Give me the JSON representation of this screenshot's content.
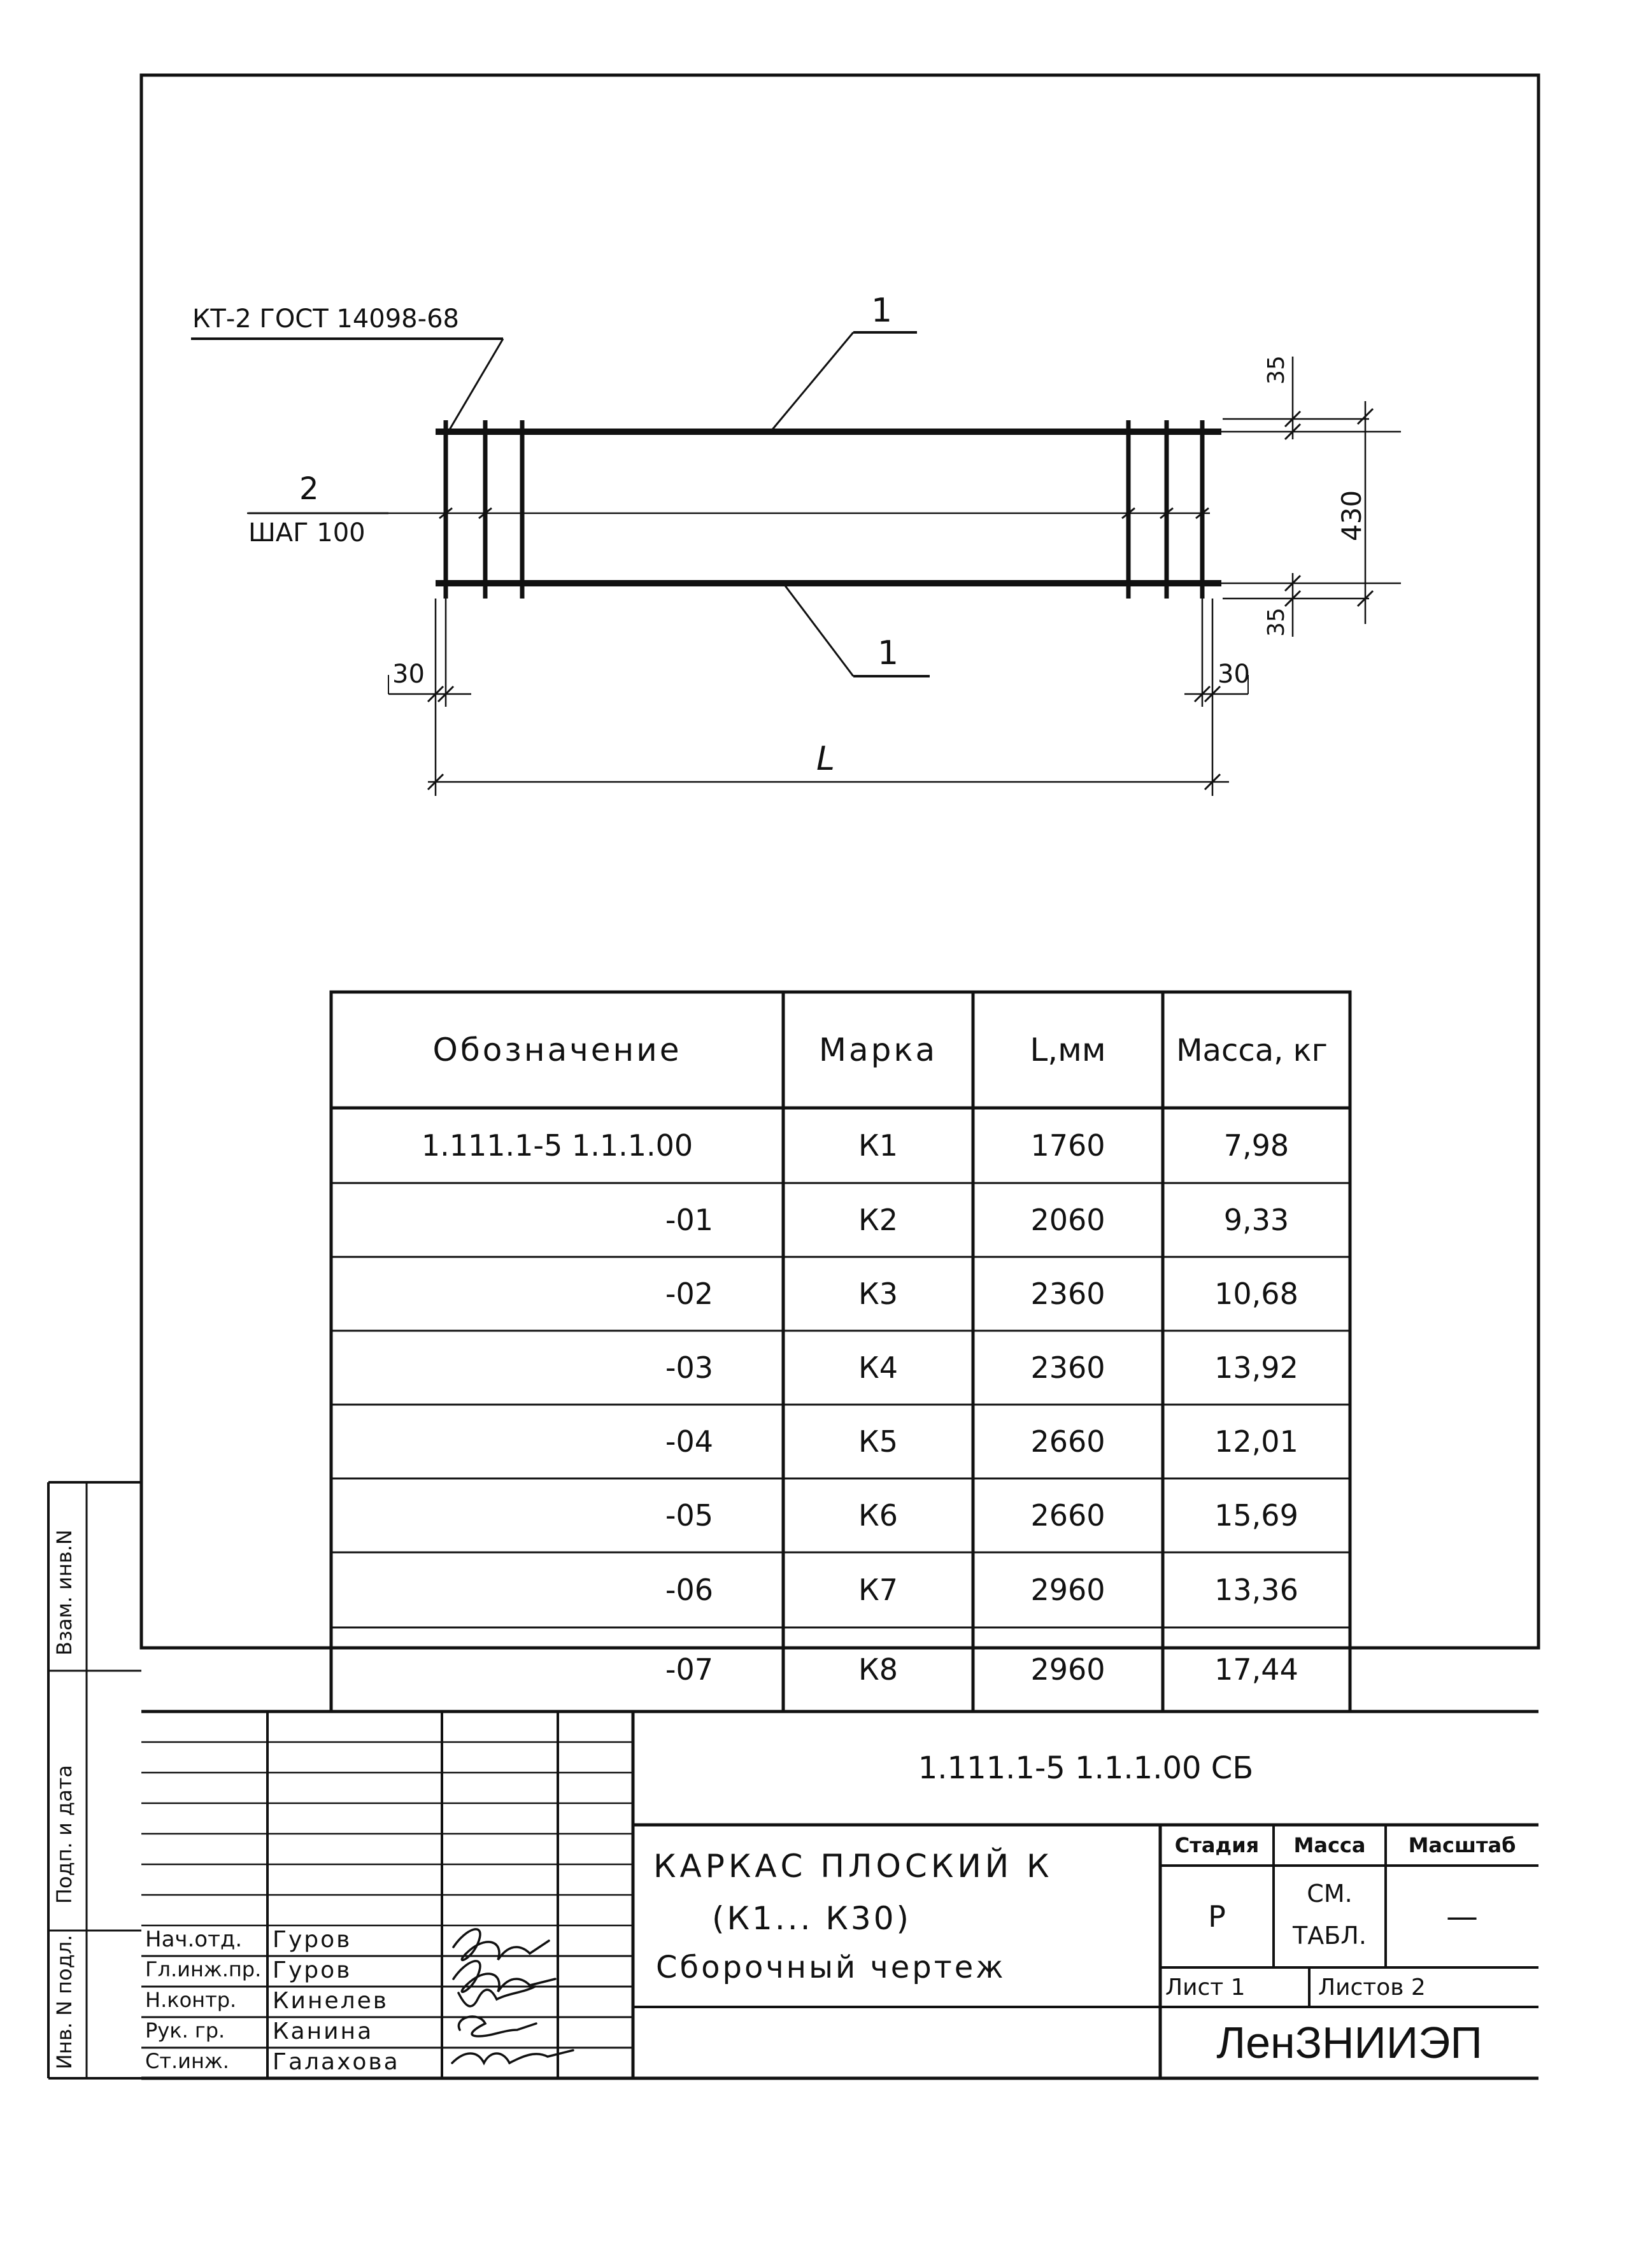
{
  "drawing": {
    "weld_callout": "КТ-2 ГОСТ 14098-68",
    "pos1_top": "1",
    "pos1_bottom": "1",
    "pos2_number": "2",
    "pos2_step": "ШАГ 100",
    "dim_35_top": "35",
    "dim_35_bottom": "35",
    "dim_430": "430",
    "dim_30_left": "30",
    "dim_30_right": "30",
    "dim_L": "L"
  },
  "spec_table": {
    "headers": [
      "Обозначение",
      "Марка",
      "L,мм",
      "Масса, кг"
    ],
    "rows": [
      {
        "designation": "1.111.1-5 1.1.1.00",
        "mark": "К1",
        "length": "1760",
        "mass": "7,98"
      },
      {
        "designation": "-01",
        "mark": "К2",
        "length": "2060",
        "mass": "9,33"
      },
      {
        "designation": "-02",
        "mark": "К3",
        "length": "2360",
        "mass": "10,68"
      },
      {
        "designation": "-03",
        "mark": "К4",
        "length": "2360",
        "mass": "13,92"
      },
      {
        "designation": "-04",
        "mark": "К5",
        "length": "2660",
        "mass": "12,01"
      },
      {
        "designation": "-05",
        "mark": "К6",
        "length": "2660",
        "mass": "15,69"
      },
      {
        "designation": "-06",
        "mark": "К7",
        "length": "2960",
        "mass": "13,36"
      },
      {
        "designation": "-07",
        "mark": "К8",
        "length": "2960",
        "mass": "17,44"
      }
    ]
  },
  "title_block": {
    "doc_code": "1.111.1-5 1.1.1.00 СБ",
    "title_line1": "КАРКАС ПЛОСКИЙ К",
    "title_line2": "(К1... К30)",
    "title_line3": "Сборочный чертеж",
    "stage_label": "Стадия",
    "mass_label": "Масса",
    "scale_label": "Масштаб",
    "stage_value": "Р",
    "mass_value_1": "СМ.",
    "mass_value_2": "ТАБЛ.",
    "scale_value": "—",
    "sheet_label": "Лист 1",
    "sheets_label": "Листов 2",
    "organization": "ЛенЗНИИЭП",
    "roles": [
      {
        "role": "Нач.отд.",
        "name": "Гуров"
      },
      {
        "role": "Гл.инж.пр.",
        "name": "Гуров"
      },
      {
        "role": "Н.контр.",
        "name": "Кинелев"
      },
      {
        "role": "Рук. гр.",
        "name": "Канина"
      },
      {
        "role": "Ст.инж.",
        "name": "Галахова"
      }
    ]
  },
  "margin_stamp": {
    "inv_orig": "Инв. N подл.",
    "sign_date": "Подп. и дата",
    "vzam_inv": "Взам. инв.N"
  }
}
